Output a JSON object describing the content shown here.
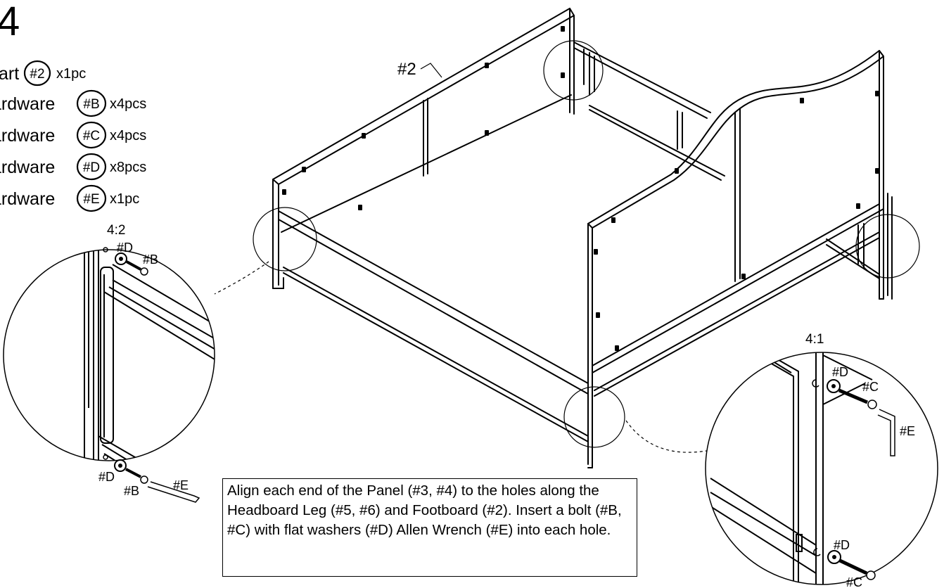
{
  "step": {
    "number": "4"
  },
  "parts_list": [
    {
      "prefix": "art",
      "code": "#2",
      "qty": "x1pc"
    },
    {
      "prefix": "ardware",
      "code": "#B",
      "qty": "x4pcs"
    },
    {
      "prefix": "ardware",
      "code": "#C",
      "qty": "x4pcs"
    },
    {
      "prefix": "ardware",
      "code": "#D",
      "qty": "x8pcs"
    },
    {
      "prefix": "ardware",
      "code": "#E",
      "qty": "x1pc"
    }
  ],
  "callouts": {
    "footboard": "#2"
  },
  "detail_left": {
    "title": "4:2",
    "labels": {
      "washer_top": "#D",
      "bolt_top": "#B",
      "washer_bottom": "#D",
      "bolt_bottom": "#B",
      "wrench": "#E"
    }
  },
  "detail_right": {
    "title": "4:1",
    "labels": {
      "washer_top": "#D",
      "bolt_top": "#C",
      "wrench": "#E",
      "washer_bottom": "#D",
      "bolt_bottom": "#C"
    }
  },
  "instruction": "Align each end of the Panel (#3, #4) to the holes along the Headboard Leg (#5, #6) and Footboard (#2). Insert a bolt (#B, #C) with flat washers (#D) Allen Wrench (#E) into each hole."
}
